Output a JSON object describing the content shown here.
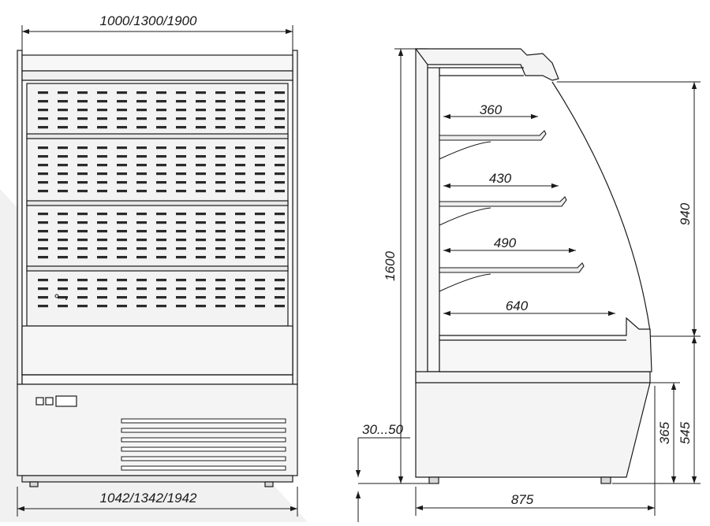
{
  "front_view": {
    "top_width_label": "1000/1300/1900",
    "bottom_width_label": "1042/1342/1942"
  },
  "side_view": {
    "height_label": "1600",
    "feet_label": "30...50",
    "depth_label": "875",
    "shelf_depths": [
      "360",
      "430",
      "490",
      "640"
    ],
    "display_height_label": "940",
    "base_height_label": "365",
    "counter_height_label": "545"
  },
  "colors": {
    "line": "#1a1a1a",
    "fill": "#f2f2f2",
    "panel": "#ececec",
    "backdrop": "#eeeeee"
  }
}
